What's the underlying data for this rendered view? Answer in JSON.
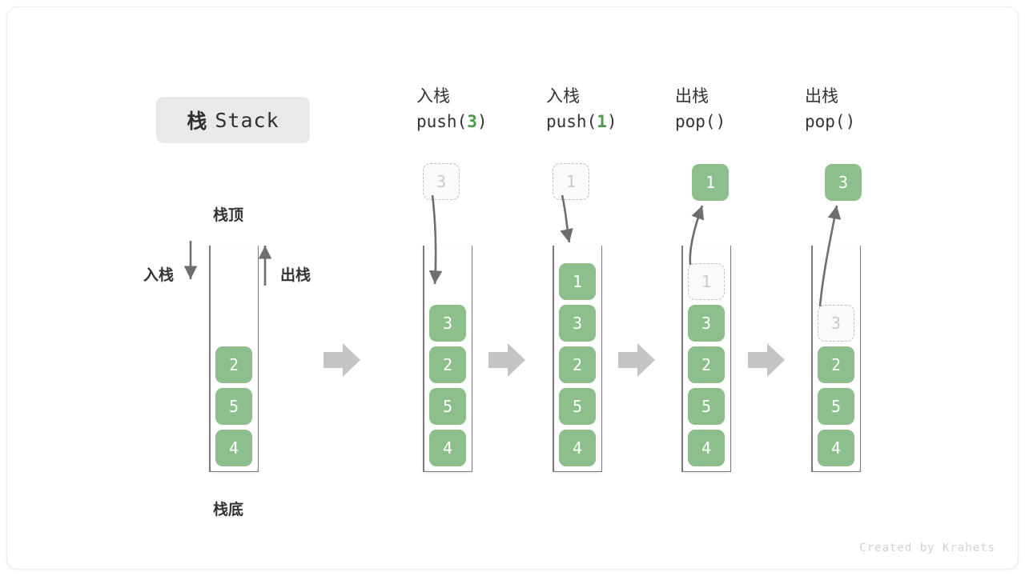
{
  "title": {
    "cn": "栈",
    "en": "Stack"
  },
  "labels": {
    "top": "栈顶",
    "bottom": "栈底",
    "push_side": "入栈",
    "pop_side": "出栈"
  },
  "footer": "Created by Krahets",
  "colors": {
    "cell_fill": "#8cbf8c",
    "cell_text": "#ffffff",
    "ghost_fill": "#fafafa",
    "ghost_border": "#c0c0c0",
    "ghost_text": "#c9c9c9",
    "accent_green": "#4a9a4a",
    "arrow_gray": "#6e6e6e",
    "block_arrow": "#c4c4c4",
    "chip_bg": "#e9e9e9"
  },
  "steps": [
    {
      "id": "initial",
      "op": "",
      "signature": "",
      "sig_arg": "",
      "float": null,
      "cells": [
        {
          "value": "2",
          "state": "solid"
        },
        {
          "value": "5",
          "state": "solid"
        },
        {
          "value": "4",
          "state": "solid"
        }
      ]
    },
    {
      "id": "push-3",
      "op": "入栈",
      "signature_prefix": "push(",
      "sig_arg": "3",
      "signature_suffix": ")",
      "float": {
        "value": "3",
        "state": "ghost"
      },
      "cells": [
        {
          "value": "3",
          "state": "solid"
        },
        {
          "value": "2",
          "state": "solid"
        },
        {
          "value": "5",
          "state": "solid"
        },
        {
          "value": "4",
          "state": "solid"
        }
      ]
    },
    {
      "id": "push-1",
      "op": "入栈",
      "signature_prefix": "push(",
      "sig_arg": "1",
      "signature_suffix": ")",
      "float": {
        "value": "1",
        "state": "ghost"
      },
      "cells": [
        {
          "value": "1",
          "state": "solid"
        },
        {
          "value": "3",
          "state": "solid"
        },
        {
          "value": "2",
          "state": "solid"
        },
        {
          "value": "5",
          "state": "solid"
        },
        {
          "value": "4",
          "state": "solid"
        }
      ]
    },
    {
      "id": "pop-1",
      "op": "出栈",
      "signature_prefix": "pop(",
      "sig_arg": "",
      "signature_suffix": ")",
      "float": {
        "value": "1",
        "state": "solid"
      },
      "cells": [
        {
          "value": "1",
          "state": "ghost"
        },
        {
          "value": "3",
          "state": "solid"
        },
        {
          "value": "2",
          "state": "solid"
        },
        {
          "value": "5",
          "state": "solid"
        },
        {
          "value": "4",
          "state": "solid"
        }
      ]
    },
    {
      "id": "pop-3",
      "op": "出栈",
      "signature_prefix": "pop(",
      "sig_arg": "",
      "signature_suffix": ")",
      "float": {
        "value": "3",
        "state": "solid"
      },
      "cells": [
        {
          "value": "",
          "state": "empty"
        },
        {
          "value": "3",
          "state": "ghost"
        },
        {
          "value": "2",
          "state": "solid"
        },
        {
          "value": "5",
          "state": "solid"
        },
        {
          "value": "4",
          "state": "solid"
        }
      ]
    }
  ]
}
